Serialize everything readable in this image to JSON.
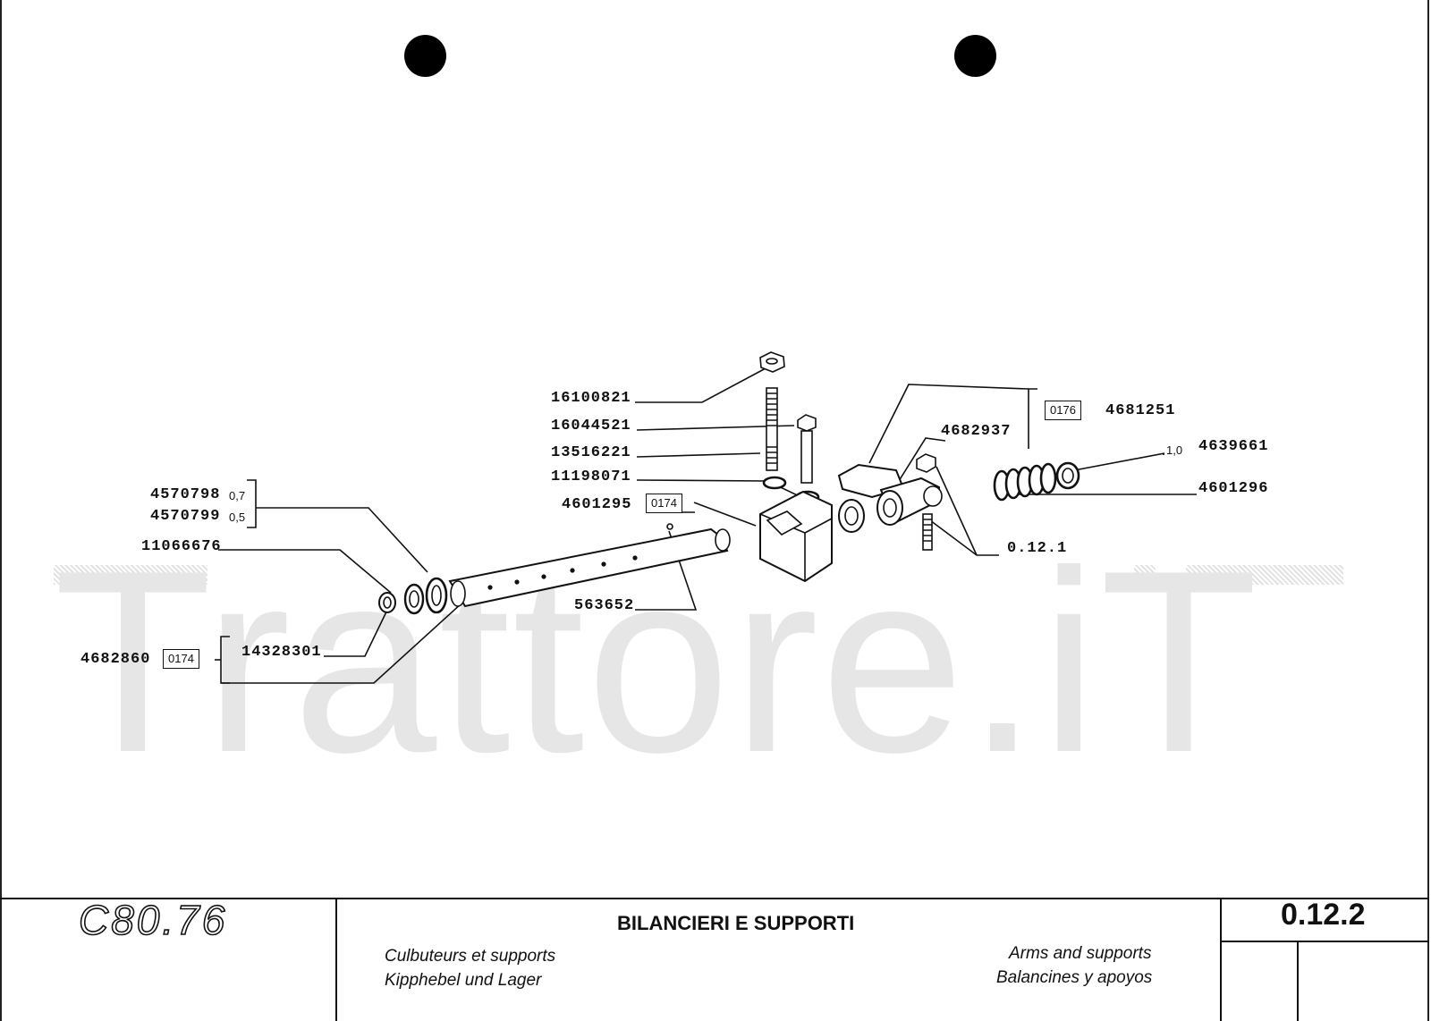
{
  "watermark": "Trattore.iT",
  "parts": {
    "p16100821": "16100821",
    "p16044521": "16044521",
    "p13516221": "13516221",
    "p11198071": "11198071",
    "p4601295": "4601295",
    "p4601295_ref": "0174",
    "p4681251_ref": "0176",
    "p4681251": "4681251",
    "p4682937": "4682937",
    "p4639661_prefix": "1,0",
    "p4639661": "4639661",
    "p4601296": "4601296",
    "p0121": "0.12.1",
    "p4570798": "4570798",
    "p4570798_val": "0,7",
    "p4570799": "4570799",
    "p4570799_val": "0,5",
    "p11066676": "11066676",
    "p563652": "563652",
    "p14328301": "14328301",
    "p4682860": "4682860",
    "p4682860_ref": "0174"
  },
  "titleblock": {
    "logo": "C80.76",
    "title": "BILANCIERI E SUPPORTI",
    "fr": "Culbuteurs et supports",
    "de": "Kipphebel und Lager",
    "en": "Arms and supports",
    "es": "Balancines y apoyos",
    "page": "0.12.2"
  }
}
